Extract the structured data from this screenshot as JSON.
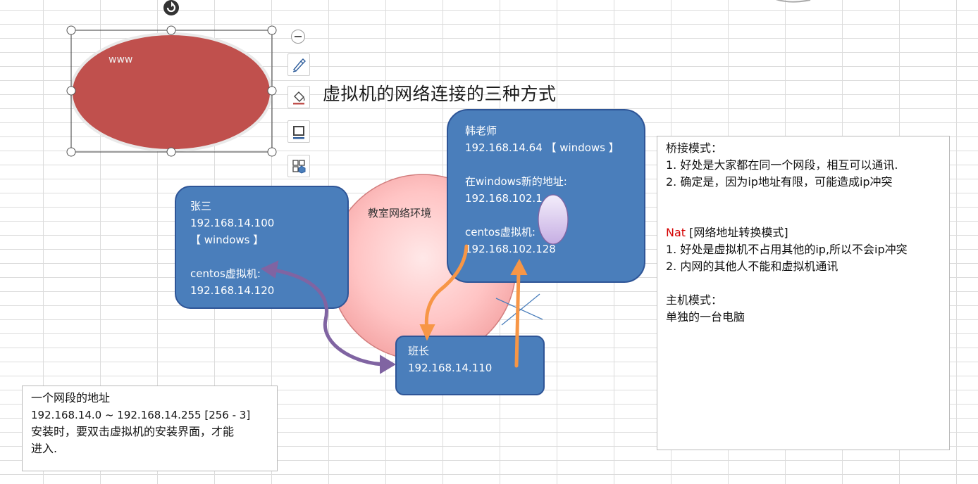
{
  "canvas": {
    "title": "虚拟机的网络连接的三种方式",
    "classroom_label": "教室网络环境",
    "selected_shape_text": "www"
  },
  "boxes": {
    "zhangsan": [
      "张三",
      "192.168.14.100",
      "【 windows 】",
      "",
      "centos虚拟机:",
      "192.168.14.120"
    ],
    "han": [
      "韩老师",
      "192.168.14.64 【 windows 】",
      "",
      "在windows新的地址:",
      "192.168.102.1",
      "",
      "centos虚拟机:",
      "192.168.102.128"
    ],
    "banzhang": [
      "班长",
      "192.168.14.110"
    ]
  },
  "notes": {
    "modes": {
      "bridge_title": "桥接模式：",
      "bridge_1": "1. 好处是大家都在同一个网段，相互可以通讯.",
      "bridge_2": "2. 确定是，因为ip地址有限，可能造成ip冲突",
      "nat_prefix": "Nat",
      "nat_title": " [网络地址转换模式]",
      "nat_1": "1. 好处是虚拟机不占用其他的ip,所以不会ip冲突",
      "nat_2": "2. 内网的其他人不能和虚拟机通讯",
      "host_title": "主机模式：",
      "host_1": "单独的一台电脑"
    },
    "segment": {
      "line1": "一个网段的地址",
      "line2": "192.168.14.0 ~ 192.168.14.255  [256 - 3]",
      "line3": "安装时，要双击虚拟机的安装界面，才能",
      "line4": "进入."
    }
  },
  "toolbar": {
    "icons": [
      "collapse-icon",
      "shape-style-icon",
      "shape-fill-icon",
      "shape-outline-icon",
      "shape-effects-icon"
    ]
  },
  "colors": {
    "box_fill": "#4a7ebb",
    "box_border": "#2e5597",
    "ellipse_fill": "#c0504d",
    "purple_arrow": "#8064a2",
    "orange_arrow": "#f79646",
    "nat_red": "#d40000"
  }
}
